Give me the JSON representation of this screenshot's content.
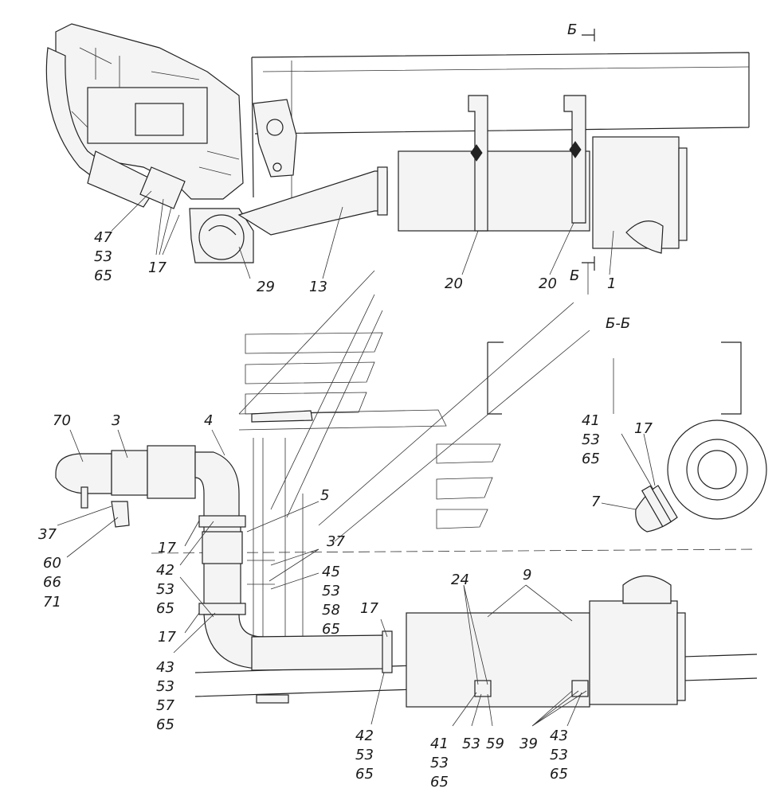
{
  "section": {
    "mark": "Б",
    "title": "Б-Б"
  },
  "callouts": {
    "c70": "70",
    "c3": "3",
    "c4": "4",
    "c5": "5",
    "c37a": "37",
    "c37b": "37",
    "c17a": "17",
    "c17b": "17",
    "c17c": "17",
    "c17d": "17",
    "c17e": "17",
    "c60": "60",
    "c66": "66",
    "c71": "71",
    "c42a": "42",
    "c53a": "53",
    "c65a": "65",
    "c43a": "43",
    "c53b": "53",
    "c57": "57",
    "c65b": "65",
    "c45": "45",
    "c53c": "53",
    "c58": "58",
    "c65c": "65",
    "c42b": "42",
    "c53d": "53",
    "c65d": "65",
    "c24": "24",
    "c9": "9",
    "c41a": "41",
    "c53e": "53",
    "c65e": "65",
    "c53f": "53",
    "c59": "59",
    "c39": "39",
    "c43b": "43",
    "c53g": "53",
    "c65f": "65",
    "c47": "47",
    "c53h": "53",
    "c65g": "65",
    "c29": "29",
    "c13": "13",
    "c20a": "20",
    "c20b": "20",
    "c1": "1",
    "c41b": "41",
    "c53i": "53",
    "c65h": "65",
    "c7": "7"
  }
}
